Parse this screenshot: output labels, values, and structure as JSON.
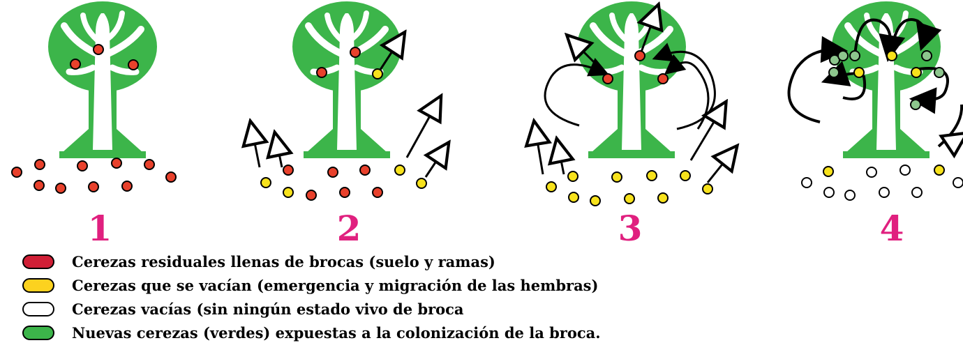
{
  "colors": {
    "tree": "#3cb54a",
    "red_cherry": "#e8412c",
    "yellow_cherry": "#f7e21c",
    "empty_cherry": "#ffffff",
    "green_cherry": "#8dc68d",
    "stage_number": "#e0207f",
    "legend_red": "#d01f36",
    "legend_yellow": "#fcd21f",
    "legend_white": "#ffffff",
    "legend_green": "#3cb54a"
  },
  "stages": [
    {
      "number": "1"
    },
    {
      "number": "2"
    },
    {
      "number": "3"
    },
    {
      "number": "4"
    }
  ],
  "legend": [
    {
      "color_key": "legend_red",
      "label": "Cerezas residuales llenas de brocas (suelo y ramas)"
    },
    {
      "color_key": "legend_yellow",
      "label": "Cerezas que se vacían (emergencia y migración de las hembras)"
    },
    {
      "color_key": "legend_white",
      "label": "Cerezas vacías (sin ningún estado vivo de broca"
    },
    {
      "color_key": "legend_green",
      "label": "Nuevas cerezas (verdes) expuestas a la colonización de la broca."
    }
  ]
}
